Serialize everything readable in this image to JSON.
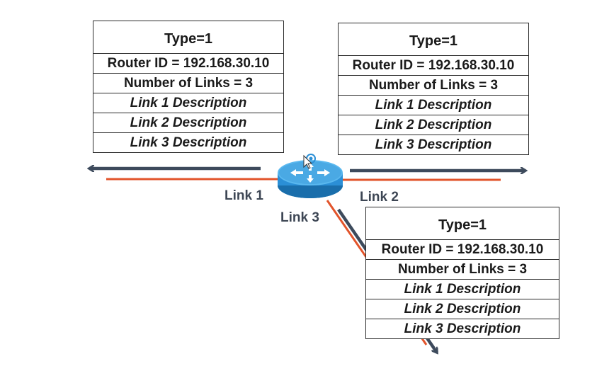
{
  "lsa_tables": [
    {
      "type": "Type=1",
      "router_id": "Router ID = 192.168.30.10",
      "num_links": "Number of Links = 3",
      "links": [
        "Link 1 Description",
        "Link 2 Description",
        "Link 3 Description"
      ]
    },
    {
      "type": "Type=1",
      "router_id": "Router ID = 192.168.30.10",
      "num_links": "Number of Links = 3",
      "links": [
        "Link 1 Description",
        "Link 2 Description",
        "Link 3 Description"
      ]
    },
    {
      "type": "Type=1",
      "router_id": "Router ID = 192.168.30.10",
      "num_links": "Number of Links = 3",
      "links": [
        "Link 1 Description",
        "Link 2 Description",
        "Link 3 Description"
      ]
    }
  ],
  "link_labels": {
    "link1": "Link 1",
    "link2": "Link 2",
    "link3": "Link 3"
  },
  "colors": {
    "arrow": "#3d4a5c",
    "link_line": "#e2542b",
    "router_body": "#2b8fd6",
    "router_top": "#5ab8ef"
  },
  "icons": {
    "router": "router-icon",
    "cursor": "cursor-icon"
  }
}
